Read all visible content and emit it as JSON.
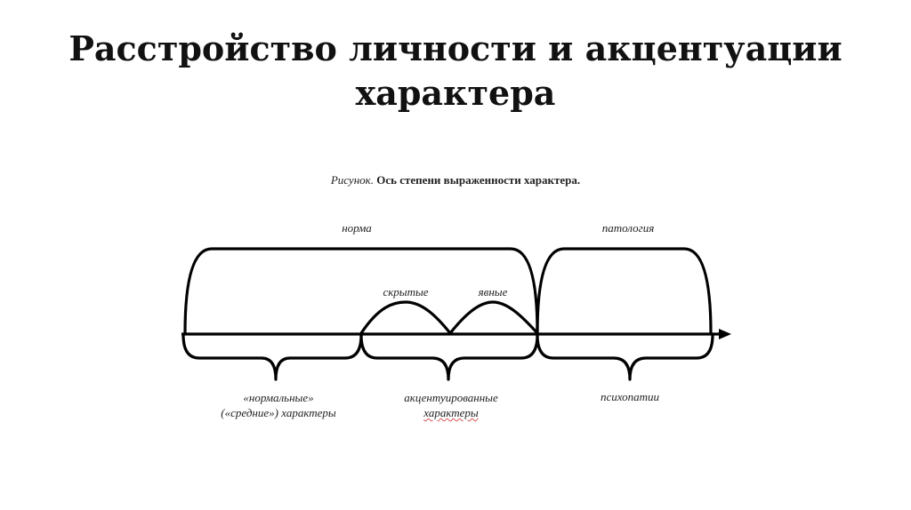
{
  "title": {
    "line1": "Расстройство личности и акцентуации",
    "line2": "характера"
  },
  "figure": {
    "caption_prefix": "Рисунок.",
    "caption_text": "Ось степени выраженности характера.",
    "labels": {
      "norm": "норма",
      "pathology": "патология",
      "hidden": "скрытые",
      "explicit": "явные",
      "normal_line1": "«нормальные»",
      "normal_line2": "(«средние») характеры",
      "accentuated_line1": "акцентуированные",
      "accentuated_line2": "характеры",
      "psychopathies": "психопатии"
    },
    "colors": {
      "stroke": "#000000",
      "text": "#222222"
    }
  }
}
